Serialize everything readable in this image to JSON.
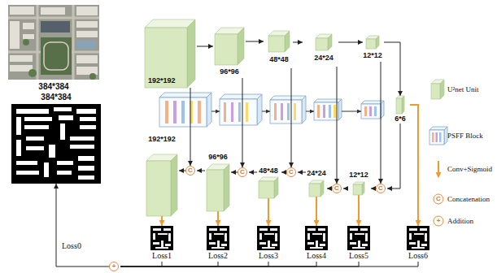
{
  "diagram": {
    "nodes": [
      {
        "text": [
          "384*384"
        ]
      },
      {
        "text": [
          "384*384"
        ]
      },
      {
        "text": [
          "192*192"
        ]
      },
      {
        "text": [
          "96*96"
        ]
      },
      {
        "text": [
          "48*48"
        ]
      },
      {
        "text": [
          "24*24"
        ]
      },
      {
        "text": [
          "12*12"
        ]
      },
      {
        "text": [
          "6*6"
        ]
      },
      {
        "text": [
          "192*192"
        ]
      },
      {
        "text": [
          "96*96"
        ]
      },
      {
        "text": [
          "48*48"
        ]
      },
      {
        "text": [
          "24*24"
        ]
      },
      {
        "text": [
          "12*12"
        ]
      },
      {
        "text": [
          "C"
        ]
      },
      {
        "text": [
          "C"
        ]
      },
      {
        "text": [
          "C"
        ]
      },
      {
        "text": [
          "C"
        ]
      },
      {
        "text": [
          "C"
        ]
      },
      {
        "text": [
          "Loss1"
        ]
      },
      {
        "text": [
          "Loss2"
        ]
      },
      {
        "text": [
          "Loss3"
        ]
      },
      {
        "text": [
          "Loss4"
        ]
      },
      {
        "text": [
          "Loss5"
        ]
      },
      {
        "text": [
          "Loss6"
        ]
      },
      {
        "text": [
          "+"
        ]
      }
    ],
    "edges": [
      {
        "from": 2,
        "to": 3,
        "arrow": "to"
      },
      {
        "from": 3,
        "to": 4,
        "arrow": "to"
      },
      {
        "from": 4,
        "to": 5,
        "arrow": "to"
      },
      {
        "from": 5,
        "to": 6,
        "arrow": "to"
      },
      {
        "from": 6,
        "to": 7,
        "arrow": "to"
      },
      {
        "from": 2,
        "to": 13,
        "arrow": "to"
      },
      {
        "from": 3,
        "to": 14,
        "arrow": "to"
      },
      {
        "from": 4,
        "to": 15,
        "arrow": "to"
      },
      {
        "from": 5,
        "to": 16,
        "arrow": "to"
      },
      {
        "from": 6,
        "to": 17,
        "arrow": "to"
      },
      {
        "from": 7,
        "to": 17,
        "arrow": "to"
      },
      {
        "from": 12,
        "to": 16,
        "arrow": "to"
      },
      {
        "from": 11,
        "to": 15,
        "arrow": "to"
      },
      {
        "from": 10,
        "to": 14,
        "arrow": "to"
      },
      {
        "from": 9,
        "to": 13,
        "arrow": "to"
      },
      {
        "from": 13,
        "to": 8,
        "arrow": "to"
      },
      {
        "from": 14,
        "to": 9,
        "arrow": "to"
      },
      {
        "from": 15,
        "to": 10,
        "arrow": "to"
      },
      {
        "from": 16,
        "to": 11,
        "arrow": "to"
      },
      {
        "from": 17,
        "to": 12,
        "arrow": "to"
      },
      {
        "from": 8,
        "to": 18,
        "arrow": "to"
      },
      {
        "from": 9,
        "to": 19,
        "arrow": "to"
      },
      {
        "from": 10,
        "to": 20,
        "arrow": "to"
      },
      {
        "from": 11,
        "to": 21,
        "arrow": "to"
      },
      {
        "from": 12,
        "to": 22,
        "arrow": "to"
      },
      {
        "from": 7,
        "to": 23,
        "arrow": "to"
      },
      {
        "from": 18,
        "to": 24,
        "arrow": "none"
      },
      {
        "from": 19,
        "to": 24,
        "arrow": "none"
      },
      {
        "from": 20,
        "to": 24,
        "arrow": "none"
      },
      {
        "from": 21,
        "to": 24,
        "arrow": "none"
      },
      {
        "from": 22,
        "to": 24,
        "arrow": "none"
      },
      {
        "from": 23,
        "to": 24,
        "arrow": "none"
      },
      {
        "from": 24,
        "to": 1,
        "arrow": "to"
      }
    ],
    "labels": [
      "Loss0",
      "C",
      "+"
    ],
    "legend": [
      {
        "text": "U²net Unit"
      },
      {
        "text": "PSFF Block"
      },
      {
        "text": "Conv+Sigmoid"
      },
      {
        "text": "Concatenation"
      },
      {
        "text": "Addition"
      }
    ]
  }
}
